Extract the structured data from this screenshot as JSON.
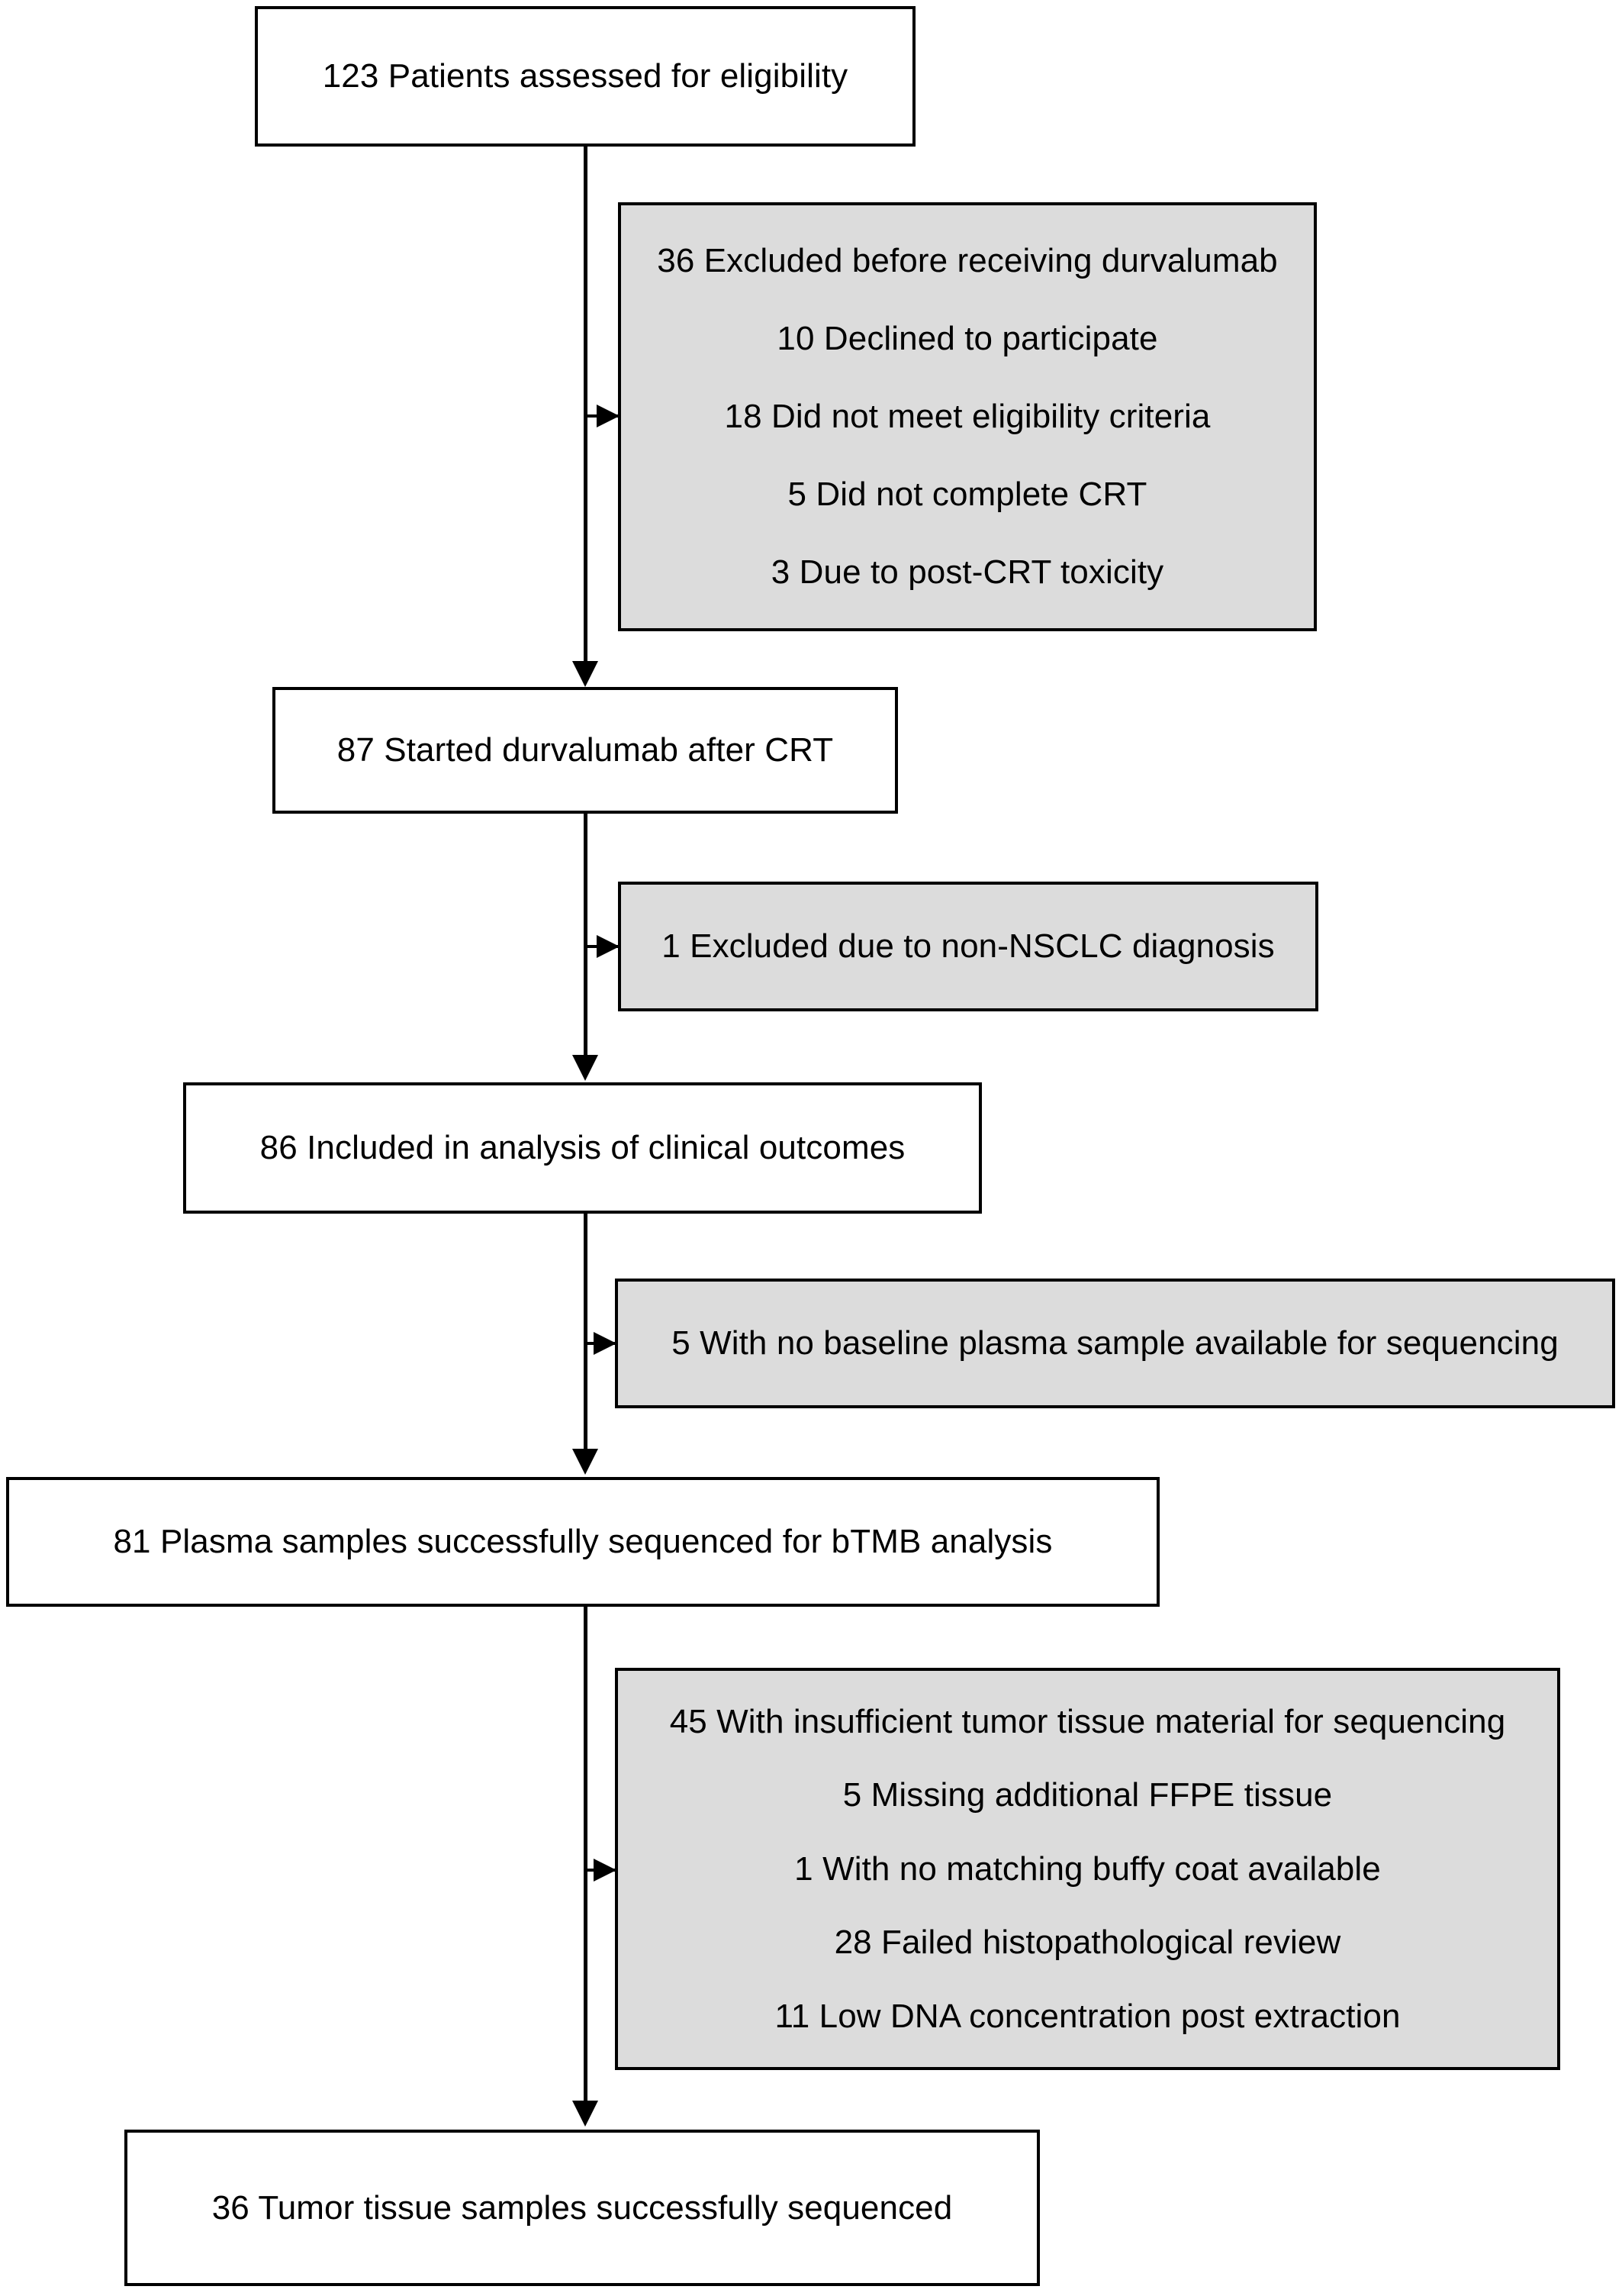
{
  "diagram": {
    "title": "CONSORT-style patient flow diagram",
    "colors": {
      "box_border": "#000000",
      "box_fill_primary": "#ffffff",
      "box_fill_excluded": "#dcdcdc",
      "text": "#000000",
      "connector": "#000000"
    },
    "nodes": [
      {
        "id": "assessed",
        "type": "primary",
        "lines": [
          "123 Patients assessed for eligibility"
        ]
      },
      {
        "id": "excluded-before-durvalumab",
        "type": "excluded",
        "lines": [
          "36 Excluded before receiving durvalumab",
          "10 Declined to participate",
          "18 Did not meet eligibility criteria",
          "5 Did not complete CRT",
          "3 Due to post-CRT toxicity"
        ]
      },
      {
        "id": "started-durvalumab",
        "type": "primary",
        "lines": [
          "87 Started durvalumab after CRT"
        ]
      },
      {
        "id": "excluded-non-nsclc",
        "type": "excluded",
        "lines": [
          "1 Excluded due to non-NSCLC diagnosis"
        ]
      },
      {
        "id": "included-clinical-outcomes",
        "type": "primary",
        "lines": [
          "86 Included in analysis of clinical outcomes"
        ]
      },
      {
        "id": "excluded-no-plasma",
        "type": "excluded",
        "lines": [
          "5 With no baseline plasma sample available for sequencing"
        ]
      },
      {
        "id": "plasma-sequenced",
        "type": "primary",
        "lines": [
          "81 Plasma samples successfully sequenced for bTMB analysis"
        ]
      },
      {
        "id": "excluded-tissue",
        "type": "excluded",
        "lines": [
          "45 With insufficient tumor tissue material for sequencing",
          "5 Missing additional FFPE tissue",
          "1 With no matching buffy coat available",
          "28 Failed histopathological review",
          "11 Low DNA concentration post extraction"
        ]
      },
      {
        "id": "tissue-sequenced",
        "type": "primary",
        "lines": [
          "36 Tumor tissue samples successfully sequenced"
        ]
      }
    ]
  }
}
